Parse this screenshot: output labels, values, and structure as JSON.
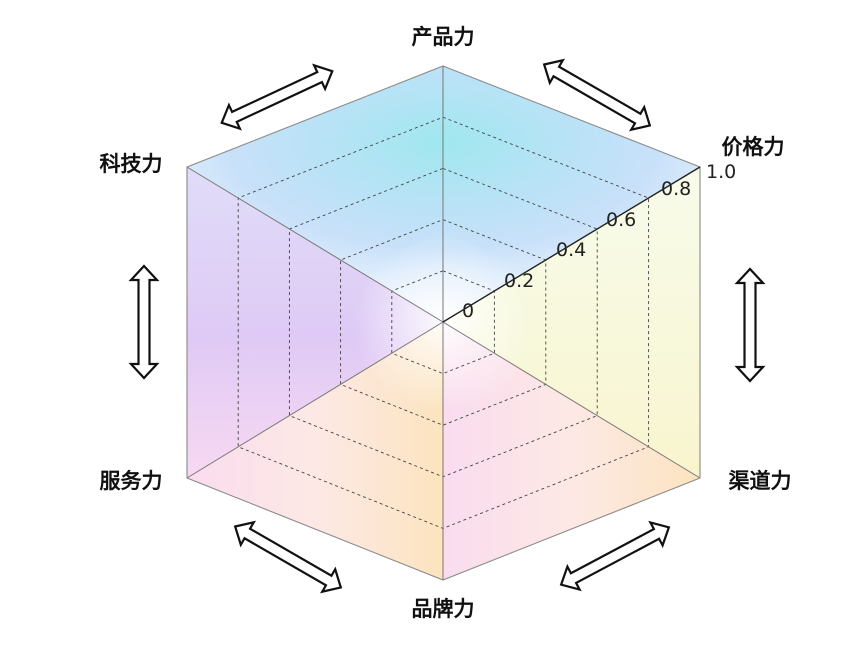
{
  "diagram": {
    "axes": [
      {
        "name": "产品力"
      },
      {
        "name": "价格力"
      },
      {
        "name": "渠道力"
      },
      {
        "name": "品牌力"
      },
      {
        "name": "服务力"
      },
      {
        "name": "科技力"
      }
    ],
    "scale_ticks": [
      "0",
      "0.2",
      "0.4",
      "0.6",
      "0.8",
      "1.0"
    ],
    "face_colors": {
      "top": "#8fd8f5",
      "left": "#b9a3ef",
      "right": "#f3f2b0",
      "bottom": "#f7c9d9",
      "bottom_right": "#f9d69a"
    },
    "line_color": "#555555",
    "arrow_icon": "double-headed-arrow-icon"
  }
}
